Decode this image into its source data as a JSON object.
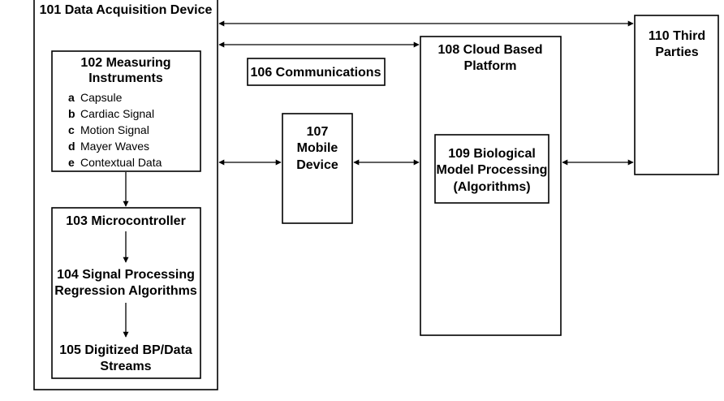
{
  "boxes": {
    "b101": {
      "title": "101 Data Acquisition Device"
    },
    "b102": {
      "title_line1": "102 Measuring",
      "title_line2": "Instruments",
      "items": [
        {
          "letter": "a",
          "text": "Capsule"
        },
        {
          "letter": "b",
          "text": "Cardiac Signal"
        },
        {
          "letter": "c",
          "text": "Motion Signal"
        },
        {
          "letter": "d",
          "text": "Mayer Waves"
        },
        {
          "letter": "e",
          "text": "Contextual Data"
        }
      ]
    },
    "b103": {
      "title": "103 Microcontroller"
    },
    "b104": {
      "line1": "104 Signal Processing",
      "line2": "Regression Algorithms"
    },
    "b105": {
      "line1": "105 Digitized BP/Data",
      "line2": "Streams"
    },
    "b106": {
      "title": "106 Communications"
    },
    "b107": {
      "line1": "107",
      "line2": "Mobile",
      "line3": "Device"
    },
    "b108": {
      "line1": "108 Cloud Based",
      "line2": "Platform"
    },
    "b109": {
      "line1": "109 Biological",
      "line2": "Model Processing",
      "line3": "(Algorithms)"
    },
    "b110": {
      "line1": "110 Third",
      "line2": "Parties"
    }
  }
}
